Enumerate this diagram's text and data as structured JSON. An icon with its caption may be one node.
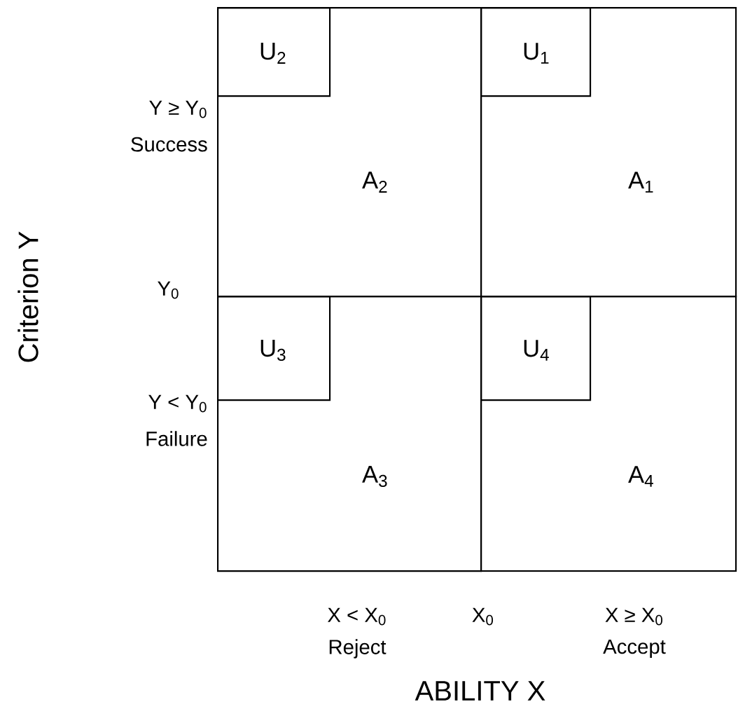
{
  "diagram": {
    "nodes": [
      {
        "text": [
          "A$_{2}$"
        ]
      },
      {
        "text": [
          "U$_{2}$"
        ],
        "in": 0
      },
      {
        "text": [
          "A$_{1}$"
        ]
      },
      {
        "text": [
          "U$_{1}$"
        ],
        "in": 2
      },
      {
        "text": [
          "A$_{3}$"
        ]
      },
      {
        "text": [
          "U$_{3}$"
        ],
        "in": 4
      },
      {
        "text": [
          "A$_{4}$"
        ]
      },
      {
        "text": [
          "U$_{4}$"
        ],
        "in": 6
      }
    ],
    "labels": [
      "Y ≥ Y$_{0}$",
      "Success",
      "Criterion Y",
      "Y$_{0}$",
      "Y < Y$_{0}$",
      "Failure",
      "X < X$_{0}$",
      "X$_{0}$",
      "X ≥ X$_{0}$",
      "Reject",
      "Accept",
      "ABILITY X"
    ]
  }
}
